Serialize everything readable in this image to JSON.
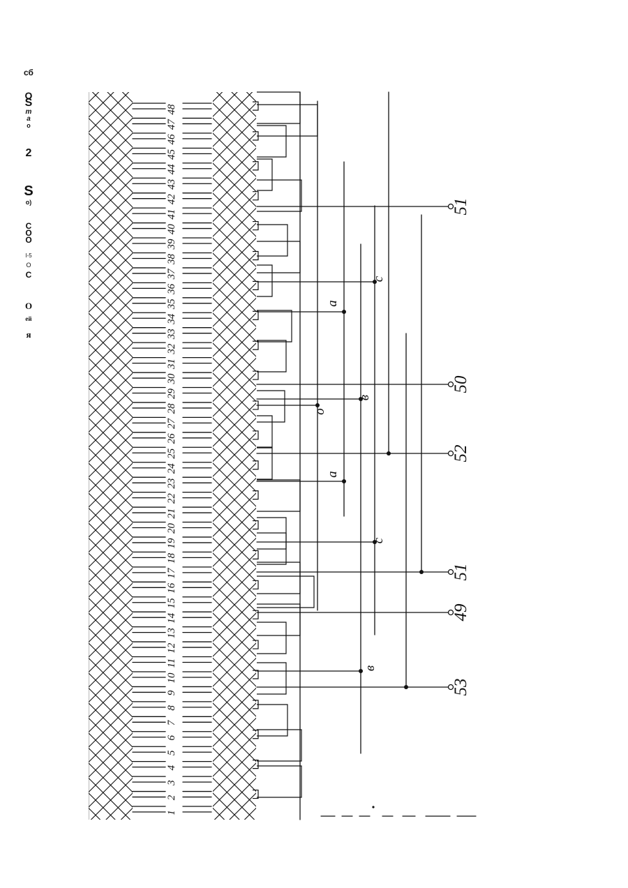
{
  "margin_marks": [
    "сб",
    "O",
    "S",
    "m",
    "a",
    "o",
    "2",
    "S",
    "o)",
    "C",
    "O",
    "O",
    "I-5",
    "O",
    "C",
    "O",
    "ей",
    "я"
  ],
  "slot_numbers": [
    "1",
    "2",
    "3",
    "4",
    "5",
    "6",
    "7",
    "8",
    "9",
    "10",
    "11",
    "12",
    "13",
    "14",
    "15",
    "16",
    "17",
    "18",
    "19",
    "20",
    "21",
    "22",
    "23",
    "24",
    "25",
    "26",
    "27",
    "28",
    "29",
    "30",
    "31",
    "32",
    "33",
    "34",
    "35",
    "36",
    "37",
    "38",
    "39",
    "40",
    "41",
    "42",
    "43",
    "44",
    "45",
    "46",
    "47",
    "48"
  ],
  "terminals": [
    "51",
    "50",
    "52",
    "51",
    "49",
    "53"
  ],
  "node_labels": [
    "c",
    "a",
    "в",
    "o",
    "a",
    "c",
    "в"
  ],
  "colors": {
    "ink": "#111111",
    "paper": "#ffffff"
  }
}
